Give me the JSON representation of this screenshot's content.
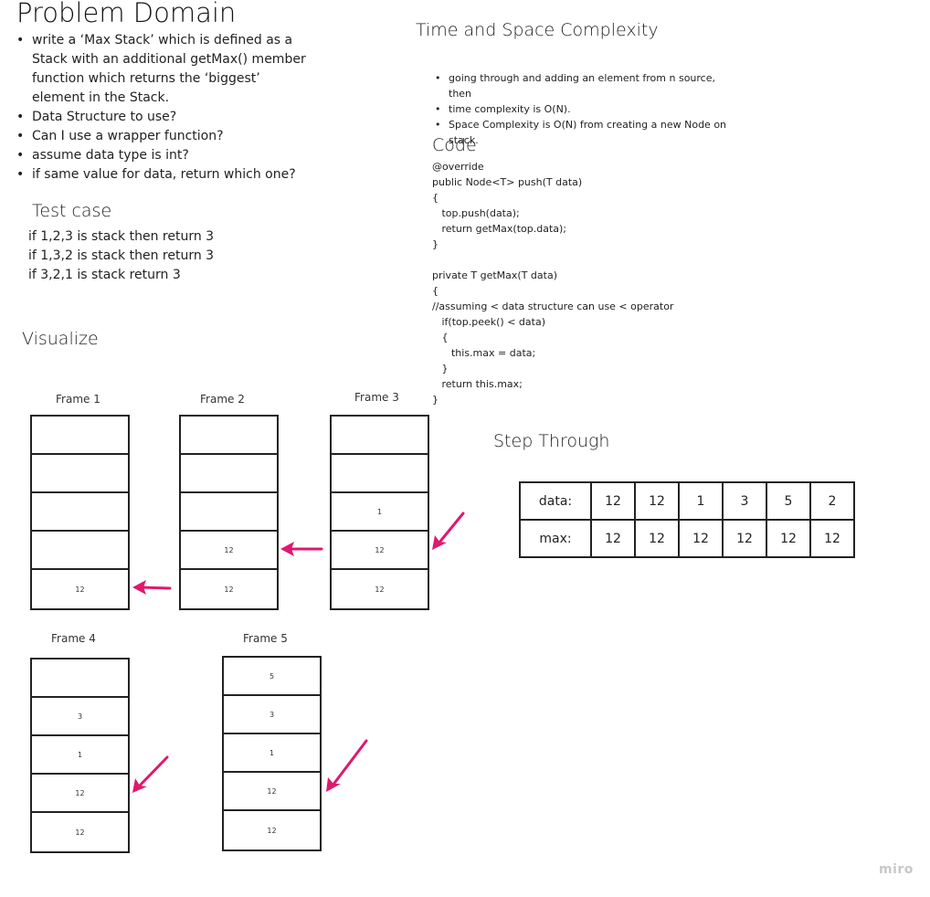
{
  "problem_domain": {
    "title": "Problem Domain",
    "bullets": [
      "write a ‘Max Stack’ which is defined as a Stack with an additional getMax() member function which returns the ‘biggest’ element in the Stack.",
      "Data Structure to use?",
      "Can I use a wrapper function?",
      "assume data type is int?",
      "if same value for data, return which one?"
    ]
  },
  "test_case": {
    "title": "Test case",
    "lines": [
      "if 1,2,3 is stack then return 3",
      "if 1,3,2 is stack then return 3",
      "if 3,2,1 is stack return 3"
    ]
  },
  "visualize": {
    "title": "Visualize"
  },
  "complexity": {
    "title": "Time and Space Complexity",
    "bullets": [
      "going through and adding an element from n source, then",
      "time complexity is O(N).",
      "Space Complexity is O(N) from creating a new Node on stack."
    ]
  },
  "code": {
    "title": "Code",
    "text": "@override\npublic Node<T> push(T data)\n{\n   top.push(data);\n   return getMax(top.data);\n}\n\nprivate T getMax(T data)\n{\n//assuming < data structure can use < operator\n   if(top.peek() < data)\n   {\n      this.max = data;\n   }\n   return this.max;\n}"
  },
  "frames": [
    {
      "label": "Frame 1",
      "cells": [
        "",
        "",
        "",
        "",
        "12"
      ]
    },
    {
      "label": "Frame 2",
      "cells": [
        "",
        "",
        "",
        "12",
        "12"
      ]
    },
    {
      "label": "Frame 3",
      "cells": [
        "",
        "",
        "1",
        "12",
        "12"
      ]
    },
    {
      "label": "Frame 4",
      "cells": [
        "",
        "3",
        "1",
        "12",
        "12"
      ]
    },
    {
      "label": "Frame 5",
      "cells": [
        "5",
        "3",
        "1",
        "12",
        "12"
      ]
    }
  ],
  "step_through": {
    "title": "Step Through",
    "data_label": "data:",
    "max_label": "max:",
    "data": [
      "12",
      "12",
      "1",
      "3",
      "5",
      "2"
    ],
    "max": [
      "12",
      "12",
      "12",
      "12",
      "12",
      "12"
    ]
  },
  "arrow_color": "#e0186e",
  "watermark": "miro"
}
